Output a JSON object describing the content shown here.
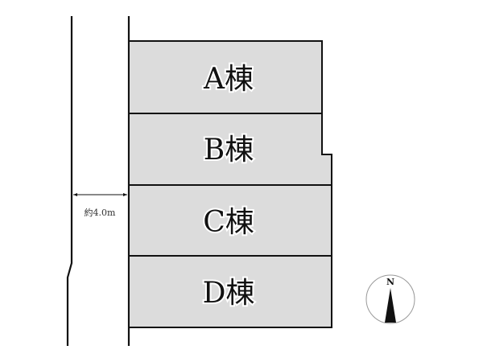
{
  "lots": [
    {
      "label": "A棟"
    },
    {
      "label": "B棟"
    },
    {
      "label": "C棟"
    },
    {
      "label": "D棟"
    }
  ],
  "road": {
    "width_label": "約4.0m"
  },
  "compass": {
    "label": "N"
  },
  "colors": {
    "lot_fill": "#dcdcdc",
    "line": "#111111"
  }
}
